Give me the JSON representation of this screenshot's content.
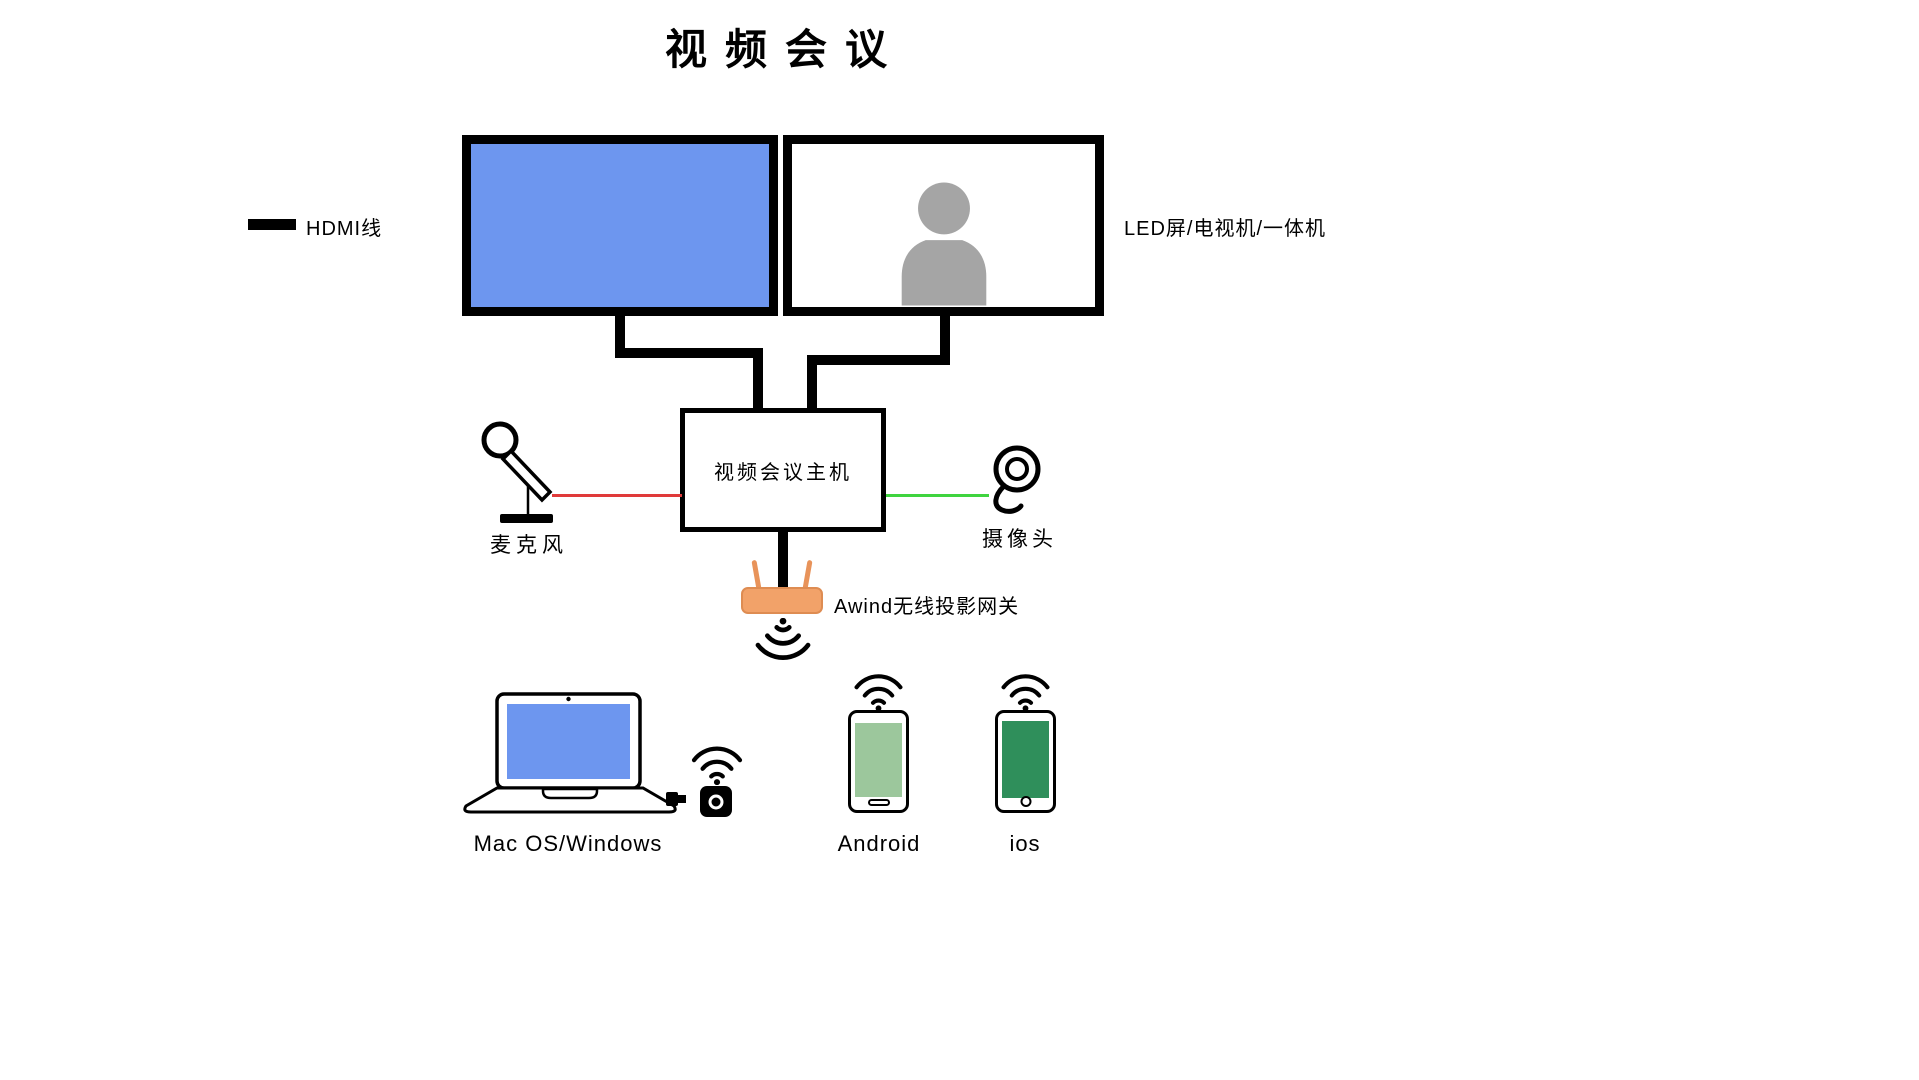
{
  "title": "视频会议",
  "legend": {
    "hdmi": "HDMI线"
  },
  "display": {
    "label": "LED屏/电视机/一体机"
  },
  "host": {
    "label": "视频会议主机"
  },
  "mic": {
    "label": "麦克风"
  },
  "camera": {
    "label": "摄像头"
  },
  "gateway": {
    "label": "Awind无线投影网关"
  },
  "devices": {
    "laptop": {
      "label": "Mac OS/Windows"
    },
    "android": {
      "label": "Android"
    },
    "ios": {
      "label": "ios"
    }
  },
  "colors": {
    "screen_blue": "#6d96ef",
    "person_gray": "#a5a5a5",
    "router_orange": "#f2a269",
    "android_screen_green": "#9cc79c",
    "ios_screen_green": "#2f8f5b",
    "mic_cable_red": "#e03a3a",
    "camera_cable_green": "#3fd43f",
    "wire_black": "#000000"
  }
}
